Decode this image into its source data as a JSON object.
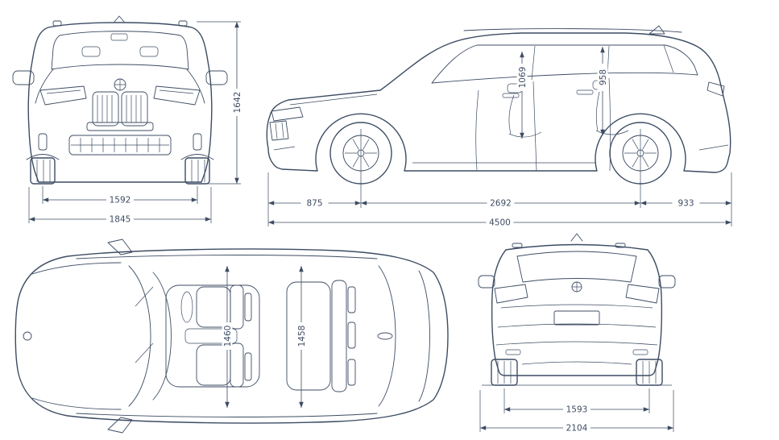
{
  "meta": {
    "colors": {
      "line": "#3d4c63",
      "bg": "#ffffff",
      "label": "#3d4c63"
    }
  },
  "views": {
    "front": {
      "dim_track": "1592",
      "dim_overall_width": "1845",
      "dim_overall_height": "1642"
    },
    "side": {
      "dim_front_headroom": "1069",
      "dim_rear_headroom": "958",
      "dim_front_overhang": "875",
      "dim_wheelbase": "2692",
      "dim_rear_overhang": "933",
      "dim_overall_length": "4500"
    },
    "top": {
      "dim_front_interior_width": "1460",
      "dim_rear_interior_width": "1458"
    },
    "rear": {
      "dim_track": "1593",
      "dim_width_incl_mirrors": "2104"
    }
  }
}
